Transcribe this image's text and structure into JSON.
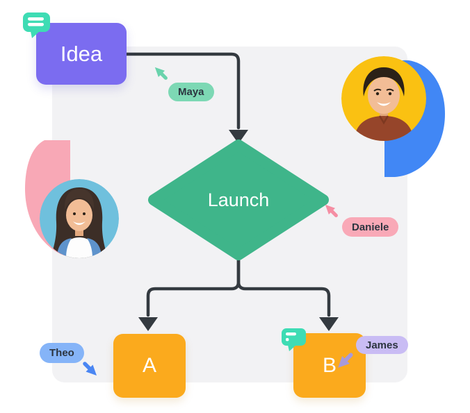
{
  "illustration": {
    "background_color": "#ffffff",
    "board_color": "#f2f2f4",
    "label_text_color": "#2c3540"
  },
  "flowchart": {
    "connector_color": "#343a40",
    "nodes": {
      "idea": {
        "label": "Idea",
        "shape": "rounded-rectangle",
        "color": "#7b6cf0",
        "text_color": "#ffffff"
      },
      "launch": {
        "label": "Launch",
        "shape": "diamond",
        "color": "#3fb58a",
        "text_color": "#ffffff"
      },
      "option_a": {
        "label": "A",
        "shape": "rounded-square",
        "color": "#fbaa1d",
        "text_color": "#ffffff"
      },
      "option_b": {
        "label": "B",
        "shape": "rounded-square",
        "color": "#fbaa1d",
        "text_color": "#ffffff"
      }
    }
  },
  "collaborators": [
    {
      "name": "Maya",
      "pill_color": "#7dd8b4",
      "cursor_color": "#69d3ac",
      "cursor_direction": "up-left"
    },
    {
      "name": "Daniele",
      "pill_color": "#f9a9b7",
      "cursor_color": "#f58ea3",
      "cursor_direction": "up-left"
    },
    {
      "name": "Theo",
      "pill_color": "#85b4f8",
      "cursor_color": "#4a86f3",
      "cursor_direction": "down-right"
    },
    {
      "name": "James",
      "pill_color": "#c9bcf4",
      "cursor_color": "#a89ada",
      "cursor_direction": "down-left"
    }
  ],
  "comments": {
    "idea_chat_color": "#3edcb4",
    "option_b_chat_color": "#3edcb4"
  },
  "decorations": {
    "pink_shape_color": "#f8a8b6",
    "blue_shape_color": "#4187f5",
    "male_avatar_bg": "#fac112",
    "female_avatar_bg": "#6fc0dd"
  }
}
